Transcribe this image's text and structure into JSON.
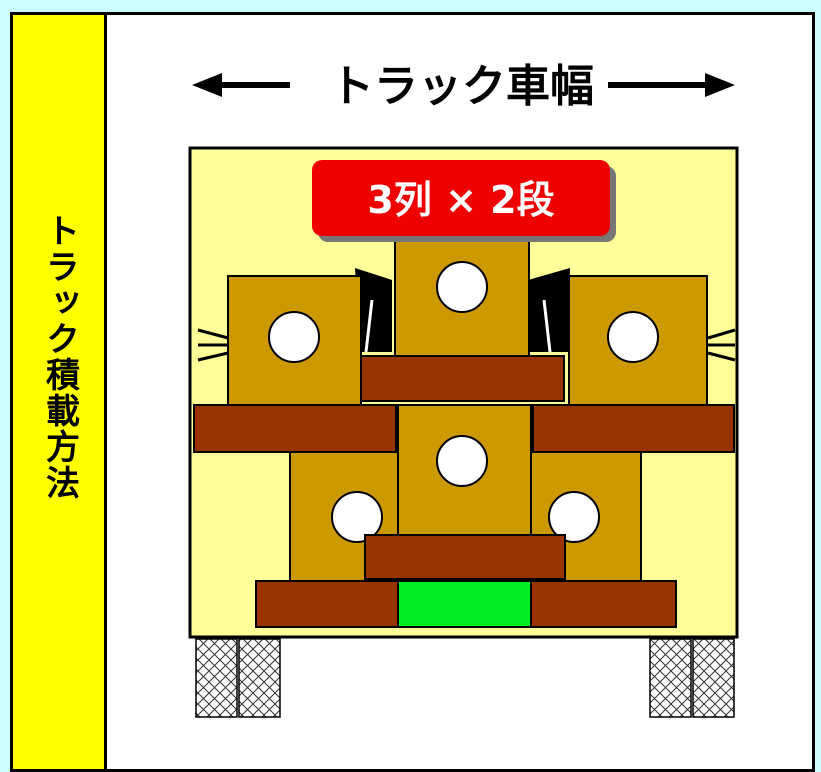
{
  "side_label": "トラック積載方法",
  "title": "トラック車幅",
  "badge": "3列 × 2段",
  "colors": {
    "background": "#ccffff",
    "sidebar": "#ffff00",
    "truck_bed": "#ffff99",
    "box": "#cc9900",
    "timber": "#993300",
    "spacer": "#00ee22",
    "badge": "#ee0000"
  }
}
